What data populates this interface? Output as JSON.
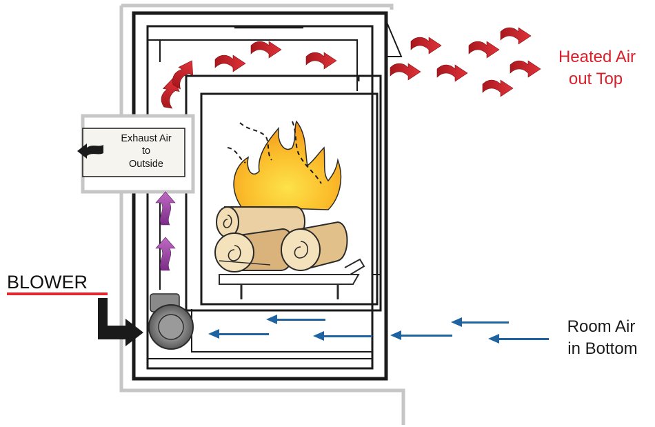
{
  "labels": {
    "heated_air": [
      "Heated Air",
      "out Top"
    ],
    "exhaust": [
      "Exhaust Air",
      "to",
      "Outside"
    ],
    "blower": "BLOWER",
    "room_air": [
      "Room Air",
      "in Bottom"
    ]
  },
  "icons": [
    "heat-wave-arrow-icon",
    "blue-airflow-arrow-icon",
    "purple-up-arrow-icon",
    "blower-fan-icon",
    "flame-icon",
    "log-icon",
    "exhaust-arrow-icon"
  ],
  "colors": {
    "heated_arrow": "#c9252c",
    "cool_arrow": "#1f64a0",
    "rising_arrow": "#9a3fa0",
    "flame_outer": "#f6a623",
    "flame_inner": "#fcd23a",
    "log_fill": "#e6c79a",
    "housing_gray": "#c8c8c8",
    "blower_line": "#e0282e",
    "text_red": "#d9202a"
  }
}
